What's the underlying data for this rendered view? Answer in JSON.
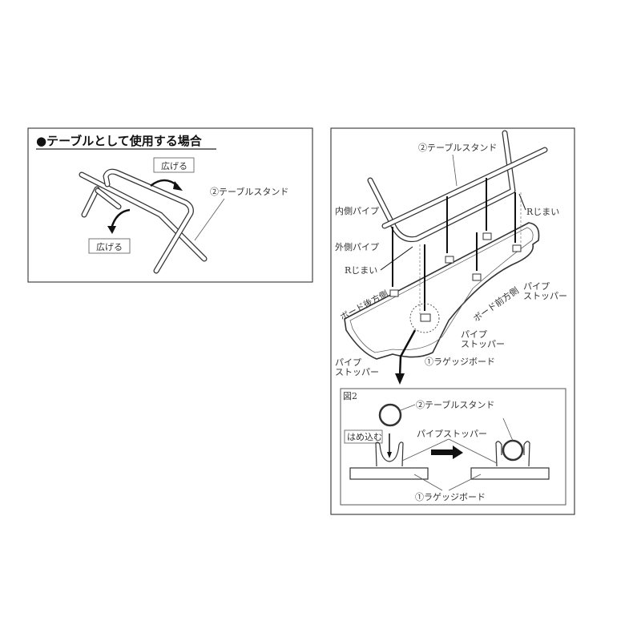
{
  "left_panel": {
    "title": "●テーブルとして使用する場合",
    "spread_label_top": "広げる",
    "spread_label_bottom": "広げる",
    "stand_label": "②テーブルスタンド"
  },
  "right_panel": {
    "stand_label": "②テーブルスタンド",
    "inner_pipe": "内側パイプ",
    "outer_pipe": "外側パイプ",
    "r_end_right": "Rじまい",
    "r_end_left": "Rじまい",
    "board_rear": "ボード後方側",
    "board_front": "ボード前方側",
    "stopper_right_1": "パイプ",
    "stopper_right_2": "ストッパー",
    "stopper_mid_1": "パイプ",
    "stopper_mid_2": "ストッパー",
    "stopper_left_1": "パイプ",
    "stopper_left_2": "ストッパー",
    "luggage_board": "①ラゲッジボード"
  },
  "figure2": {
    "title": "図2",
    "stand_label": "②テーブルスタンド",
    "insert_label": "はめ込む",
    "stopper_label": "パイプストッパー",
    "board_label": "①ラゲッジボード"
  }
}
